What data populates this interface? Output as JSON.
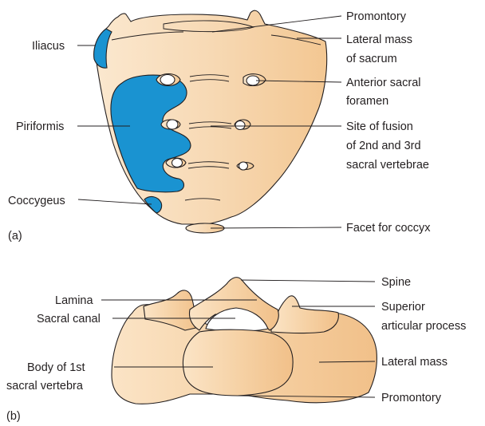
{
  "panel_a": {
    "tag": "(a)",
    "labels": {
      "iliacus": "Iliacus",
      "piriformis": "Piriformis",
      "coccygeus": "Coccygeus",
      "promontory": "Promontory",
      "lateral_mass_1": "Lateral mass",
      "lateral_mass_2": "of sacrum",
      "foramen_1": "Anterior sacral",
      "foramen_2": "foramen",
      "fusion_1": "Site of fusion",
      "fusion_2": "of 2nd and 3rd",
      "fusion_3": "sacral vertebrae",
      "coccyx_facet": "Facet for coccyx"
    }
  },
  "panel_b": {
    "tag": "(b)",
    "labels": {
      "lamina": "Lamina",
      "sacral_canal": "Sacral canal",
      "body_1": "Body of 1st",
      "body_2": "sacral vertebra",
      "spine": "Spine",
      "superior_1": "Superior",
      "superior_2": "articular process",
      "lateral_mass": "Lateral mass",
      "promontory": "Promontory"
    }
  },
  "colors": {
    "bone_light": "#fbe8cf",
    "bone_dark": "#f3c792",
    "muscle": "#1a93d1",
    "outline": "#231f20"
  }
}
